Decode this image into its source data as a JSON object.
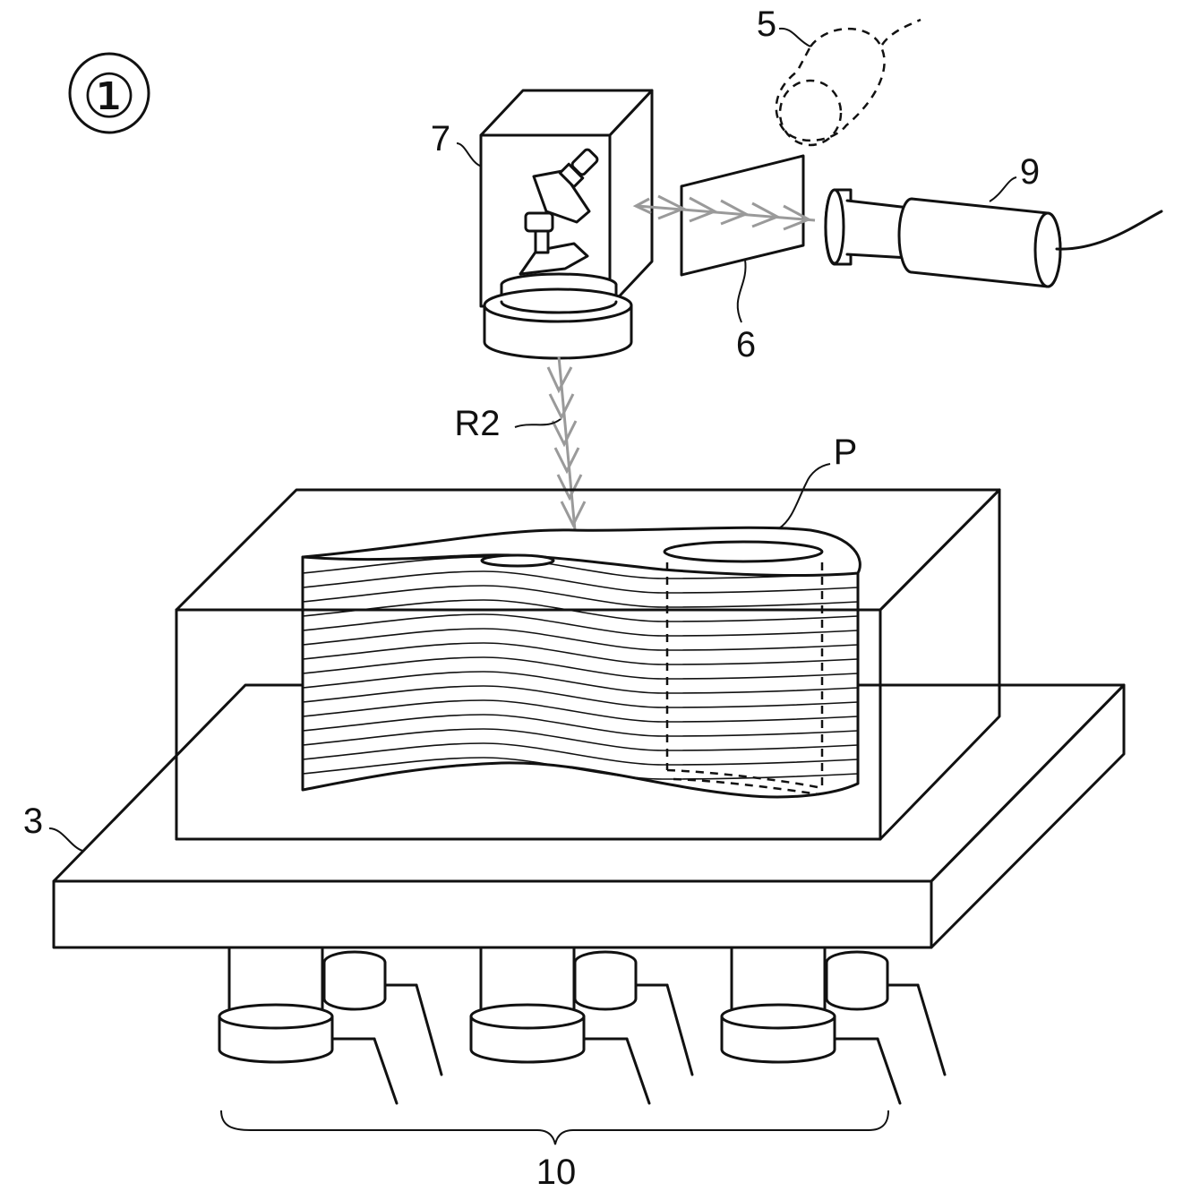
{
  "figure_marker": "①",
  "labels": {
    "scanner": "7",
    "powder_source": "5",
    "laser_source": "9",
    "window": "6",
    "beam": "R2",
    "part": "P",
    "platform": "3",
    "actuators": "10"
  },
  "colors": {
    "line": "#111111",
    "background": "#ffffff",
    "beam": "#9a9a9a",
    "stipple": "#4a4a4a"
  }
}
